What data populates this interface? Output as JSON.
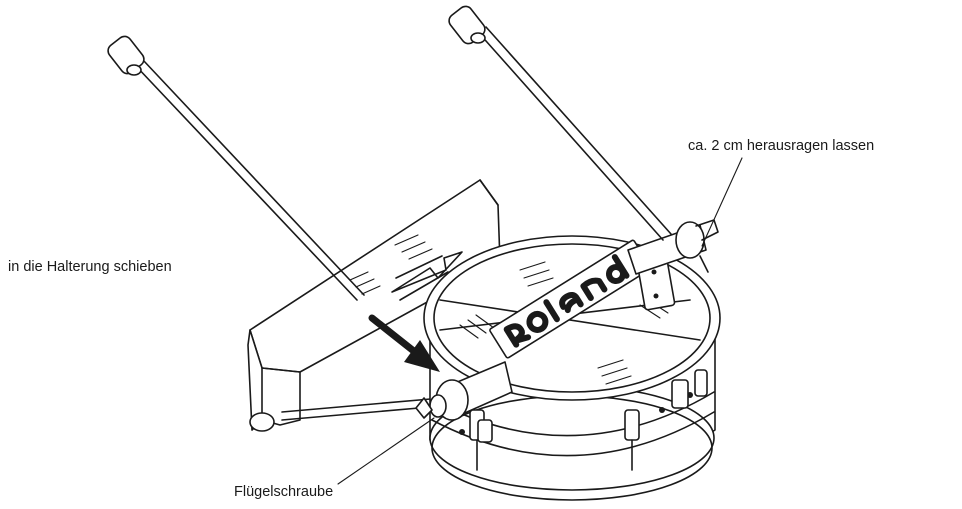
{
  "labels": {
    "protrude": "ca. 2 cm herausragen lassen",
    "slide_in": "in die Halterung schieben",
    "wing_screw": "Flügelschraube"
  },
  "logo_text": "Roland",
  "colors": {
    "line": "#1a1a1a",
    "background": "#ffffff"
  }
}
